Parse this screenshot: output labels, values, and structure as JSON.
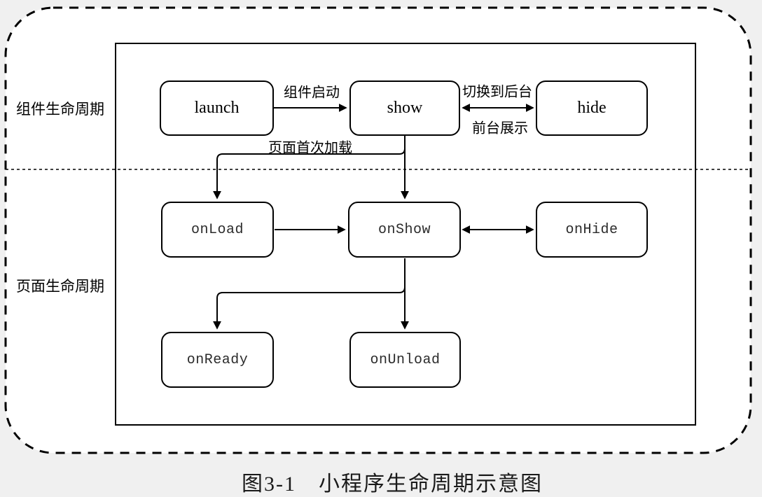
{
  "diagram": {
    "lanes": {
      "component": {
        "label": "组件生命周期"
      },
      "page": {
        "label": "页面生命周期"
      }
    },
    "nodes": {
      "launch": {
        "label": "launch"
      },
      "show": {
        "label": "show"
      },
      "hide": {
        "label": "hide"
      },
      "onload": {
        "label": "onLoad"
      },
      "onshow": {
        "label": "onShow"
      },
      "onhide": {
        "label": "onHide"
      },
      "onready": {
        "label": "onReady"
      },
      "onunload": {
        "label": "onUnload"
      }
    },
    "edge_labels": {
      "component_start": "组件启动",
      "switch_to_background": "切换到后台",
      "foreground_display": "前台展示",
      "page_first_load": "页面首次加载"
    },
    "caption": "图3-1　小程序生命周期示意图",
    "colors": {
      "stroke": "#000000",
      "page_background": "#f0f0f0",
      "panel_background": "#ffffff",
      "mono_text": "#2b2b2b"
    }
  }
}
